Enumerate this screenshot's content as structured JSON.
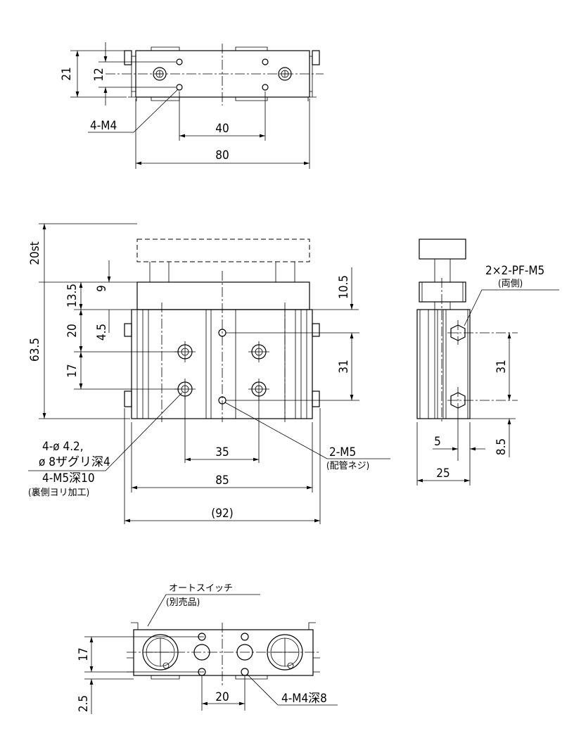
{
  "top_view": {
    "dim_21": "21",
    "dim_12": "12",
    "dim_40": "40",
    "dim_80": "80",
    "note_holes": "4-M4"
  },
  "front_view": {
    "dim_20st": "20st",
    "dim_63_5": "63.5",
    "dim_13_5": "13.5",
    "dim_9": "9",
    "dim_20": "20",
    "dim_4_5": "4.5",
    "dim_17": "17",
    "dim_10_5": "10.5",
    "dim_31": "31",
    "dim_35": "35",
    "dim_85": "85",
    "dim_92": "(92)",
    "note_holes_1": "4-ø 4.2,",
    "note_holes_2": "ø 8ザグリ深4",
    "note_holes_3": "4-M5深10",
    "note_holes_4": "(裏側ヨリ加工)",
    "note_port_1": "2-M5",
    "note_port_2": "(配管ネジ)"
  },
  "side_view": {
    "dim_31": "31",
    "dim_8_5": "8.5",
    "dim_5": "5",
    "dim_25": "25",
    "note_port_1": "2×2-PF-M5",
    "note_port_2": "(両側)"
  },
  "bottom_view": {
    "dim_17": "17",
    "dim_2_5": "2.5",
    "dim_20": "20",
    "note_holes": "4-M4深8",
    "note_switch_1": "オートスイッチ",
    "note_switch_2": "(別売品)"
  }
}
